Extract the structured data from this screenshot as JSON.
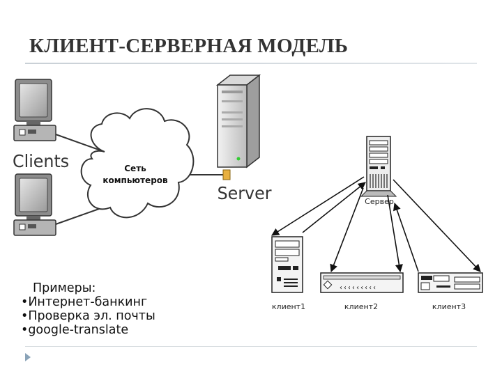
{
  "slide": {
    "title": "КЛИЕНТ-СЕРВЕРНАЯ МОДЕЛЬ"
  },
  "left_diagram": {
    "clients_label": "Clients",
    "cloud_label_line1": "Сеть",
    "cloud_label_line2": "компьютеров",
    "server_label": "Server"
  },
  "right_diagram": {
    "server_label": "Сервер",
    "client1_label": "клиент1",
    "client2_label": "клиент2",
    "client3_label": "клиент3"
  },
  "examples": {
    "heading": "Примеры:",
    "items": [
      "•Интернет-банкинг",
      "•Проверка эл. почты",
      "•google-translate"
    ]
  }
}
